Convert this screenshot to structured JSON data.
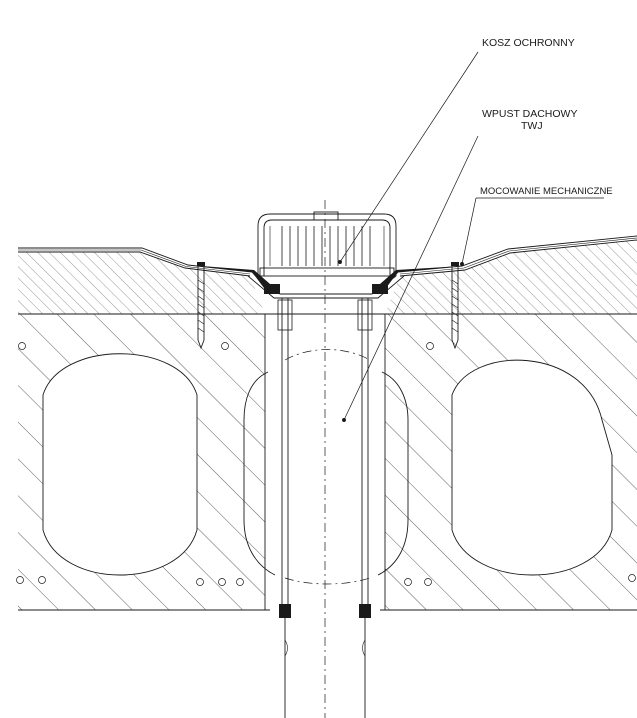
{
  "labels": {
    "basket": "KOSZ OCHRONNY",
    "drain_line1": "WPUST DACHOWY",
    "drain_line2": "TWJ",
    "fixing": "MOCOWANIE MECHANICZNE"
  },
  "colors": {
    "line": "#1a1a1a",
    "background": "#ffffff"
  }
}
